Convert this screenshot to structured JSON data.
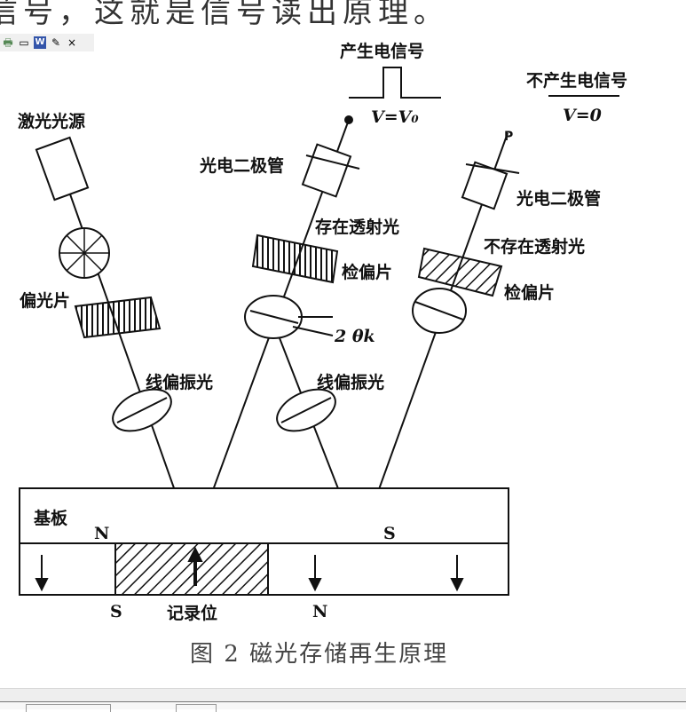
{
  "document": {
    "top_text": "信号，这就是信号读出原理。",
    "caption": "图 2  磁光存储再生原理"
  },
  "toolbar": {
    "print": "🖶",
    "preview": "▭",
    "word": "W",
    "spell": "✎",
    "close": "×"
  },
  "diagram": {
    "signal_on": "产生电信号",
    "v_on": "V=V₀",
    "signal_off": "不产生电信号",
    "v_off": "V=0",
    "laser": "激光光源",
    "photodiode_1": "光电二极管",
    "photodiode_2": "光电二极管",
    "transmitted": "存在透射光",
    "not_transmitted": "不存在透射光",
    "analyzer_1": "检偏片",
    "analyzer_2": "检偏片",
    "polarizer": "偏光片",
    "angle": "2 θk",
    "linear_1": "线偏振光",
    "linear_2": "线偏振光",
    "substrate": "基板",
    "n_top": "N",
    "s_top": "S",
    "s_bottom": "S",
    "record_bit": "记录位",
    "n_bottom": "N",
    "p_label": "P"
  }
}
